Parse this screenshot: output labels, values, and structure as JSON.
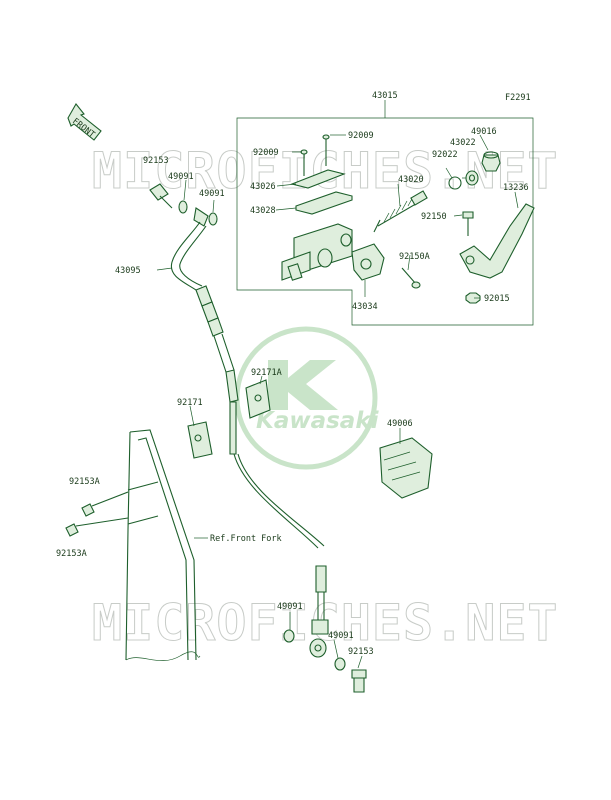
{
  "figure_code": "F2291",
  "front_arrow_label": "FRONT",
  "watermark_text": "MICROFICHES.NET",
  "logo": {
    "name": "kawasaki-logo",
    "text": "Kawasaki"
  },
  "reference_label": "Ref.Front Fork",
  "colors": {
    "line": "#1e5f2c",
    "fill": "#dfeedd",
    "watermark": "#c8ccc8",
    "logo": "#c9e4c9"
  },
  "callouts": {
    "c43015": "43015",
    "c92009a": "92009",
    "c92009b": "92009",
    "c43022": "43022",
    "c49016": "49016",
    "c92022": "92022",
    "c92153_top": "92153",
    "c49091_a": "49091",
    "c49091_b": "49091",
    "c43026": "43026",
    "c43020": "43020",
    "c13236": "13236",
    "c43028": "43028",
    "c92150": "92150",
    "c92150A": "92150A",
    "c43095": "43095",
    "c43034": "43034",
    "c92015": "92015",
    "c92171A": "92171A",
    "c92171": "92171",
    "c49006": "49006",
    "c92153A_a": "92153A",
    "c92153A_b": "92153A",
    "c49091_c": "49091",
    "c49091_d": "49091",
    "c92153_bottom": "92153"
  }
}
